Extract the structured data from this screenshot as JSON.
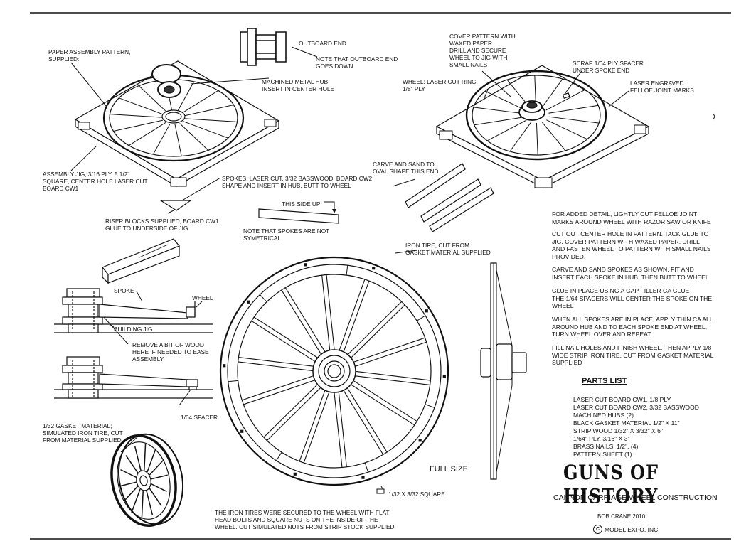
{
  "labels": {
    "paper_assembly": "PAPER ASSEMBLY PATTERN,\nSUPPLIED:",
    "outboard_end": "OUTBOARD END",
    "outboard_note": "NOTE THAT OUTBOARD END\nGOES DOWN",
    "metal_hub": "MACHINED METAL HUB\nINSERT IN CENTER HOLE",
    "cover_pattern": "COVER PATTERN WITH\nWAXED PAPER\nDRILL AND SECURE\nWHEEL TO JIG WITH\nSMALL NAILS",
    "wheel_ring": "WHEEL:  LASER CUT RING\n1/8\" PLY",
    "scrap_spacer": "SCRAP 1/64 PLY SPACER\nUNDER SPOKE END",
    "laser_engraved": "LASER ENGRAVED\nFELLOE JOINT MARKS",
    "assembly_jig": "ASSEMBLY JIG, 3/16 PLY, 5 1/2\"\nSQUARE, CENTER HOLE LASER CUT\nBOARD CW1",
    "spokes": "SPOKES:  LASER CUT, 3/32 BASSWOOD, BOARD CW2\nSHAPE AND INSERT IN HUB, BUTT TO WHEEL",
    "carve_sand": "CARVE AND SAND TO\nOVAL SHAPE THIS END",
    "this_side_up": "THIS SIDE UP",
    "riser_blocks": "RISER BLOCKS SUPPLIED, BOARD CW1\nGLUE TO UNDERSIDE OF JIG",
    "not_symmetrical": "NOTE THAT SPOKES ARE NOT\nSYMETRICAL",
    "iron_tire": "IRON TIRE, CUT FROM\nGASKET MATERIAL SUPPLIED",
    "spoke": "SPOKE",
    "wheel": "WHEEL",
    "building_jig": "BUILDING JIG",
    "remove_wood": "REMOVE A BIT OF WOOD\nHERE IF NEEDED TO EASE\nASSEMBLY",
    "spacer_164": "1/64 SPACER",
    "gasket": "1/32 GASKET MATERIAL;\nSIMULATED IRON TIRE, CUT\nFROM MATERIAL SUPPLIED",
    "square_132": "1/32 X 3/32 SQUARE",
    "iron_tires_note": "THE IRON TIRES WERE SECURED TO THE WHEEL WITH FLAT\nHEAD BOLTS AND SQUARE NUTS ON THE INSIDE OF THE\nWHEEL.  CUT SIMULATED NUTS FROM STRIP STOCK SUPPLIED",
    "full_size": "FULL SIZE"
  },
  "instructions": [
    "FOR ADDED DETAIL, LIGHTLY CUT FELLOE JOINT\nMARKS AROUND WHEEL WITH RAZOR SAW OR KNIFE",
    "CUT OUT CENTER HOLE IN PATTERN.  TACK GLUE TO\nJIG.  COVER PATTERN WITH WAXED PAPER.  DRILL\nAND FASTEN WHEEL TO PATTERN WITH SMALL NAILS\nPROVIDED.",
    "CARVE AND SAND SPOKES AS SHOWN.  FIT AND\nINSERT EACH SPOKE IN HUB, THEN BUTT TO WHEEL",
    "GLUE IN PLACE USING A GAP FILLER CA GLUE\nTHE 1/64 SPACERS WILL CENTER THE SPOKE ON THE\nWHEEL",
    "WHEN ALL SPOKES ARE IN PLACE, APPLY THIN CA ALL\nAROUND HUB AND TO EACH SPOKE END AT WHEEL,\nTURN WHEEL OVER AND REPEAT",
    "FILL NAIL HOLES AND FINISH WHEEL, THEN APPLY 1/8\nWIDE STRIP IRON TIRE.  CUT FROM GASKET MATERIAL\nSUPPLIED"
  ],
  "parts_list": {
    "title": "PARTS LIST",
    "items": [
      "LASER CUT BOARD CW1, 1/8 PLY",
      "LASER CUT BOARD CW2, 3/32 BASSWOOD",
      "MACHINED  HUBS (2)",
      "BLACK GASKET MATERIAL 1/2\" X 11\"",
      "STRIP WOOD 1/32\" X 3/32\" x 6\"",
      "1/64\" PLY, 3/16\" X 3\"",
      "BRASS NAILS, 1/2\", (4)",
      "PATTERN SHEET (1)"
    ]
  },
  "title_block": {
    "brand": "GUNS OF HISTORY",
    "subtitle": "CANNON CARRIAGE WHEEL CONSTRUCTION",
    "author": "BOB CRANE 2010",
    "copyright": "MODEL EXPO, INC.",
    "copyright_symbol": "C"
  },
  "colors": {
    "ink": "#111111",
    "paper": "#ffffff"
  }
}
